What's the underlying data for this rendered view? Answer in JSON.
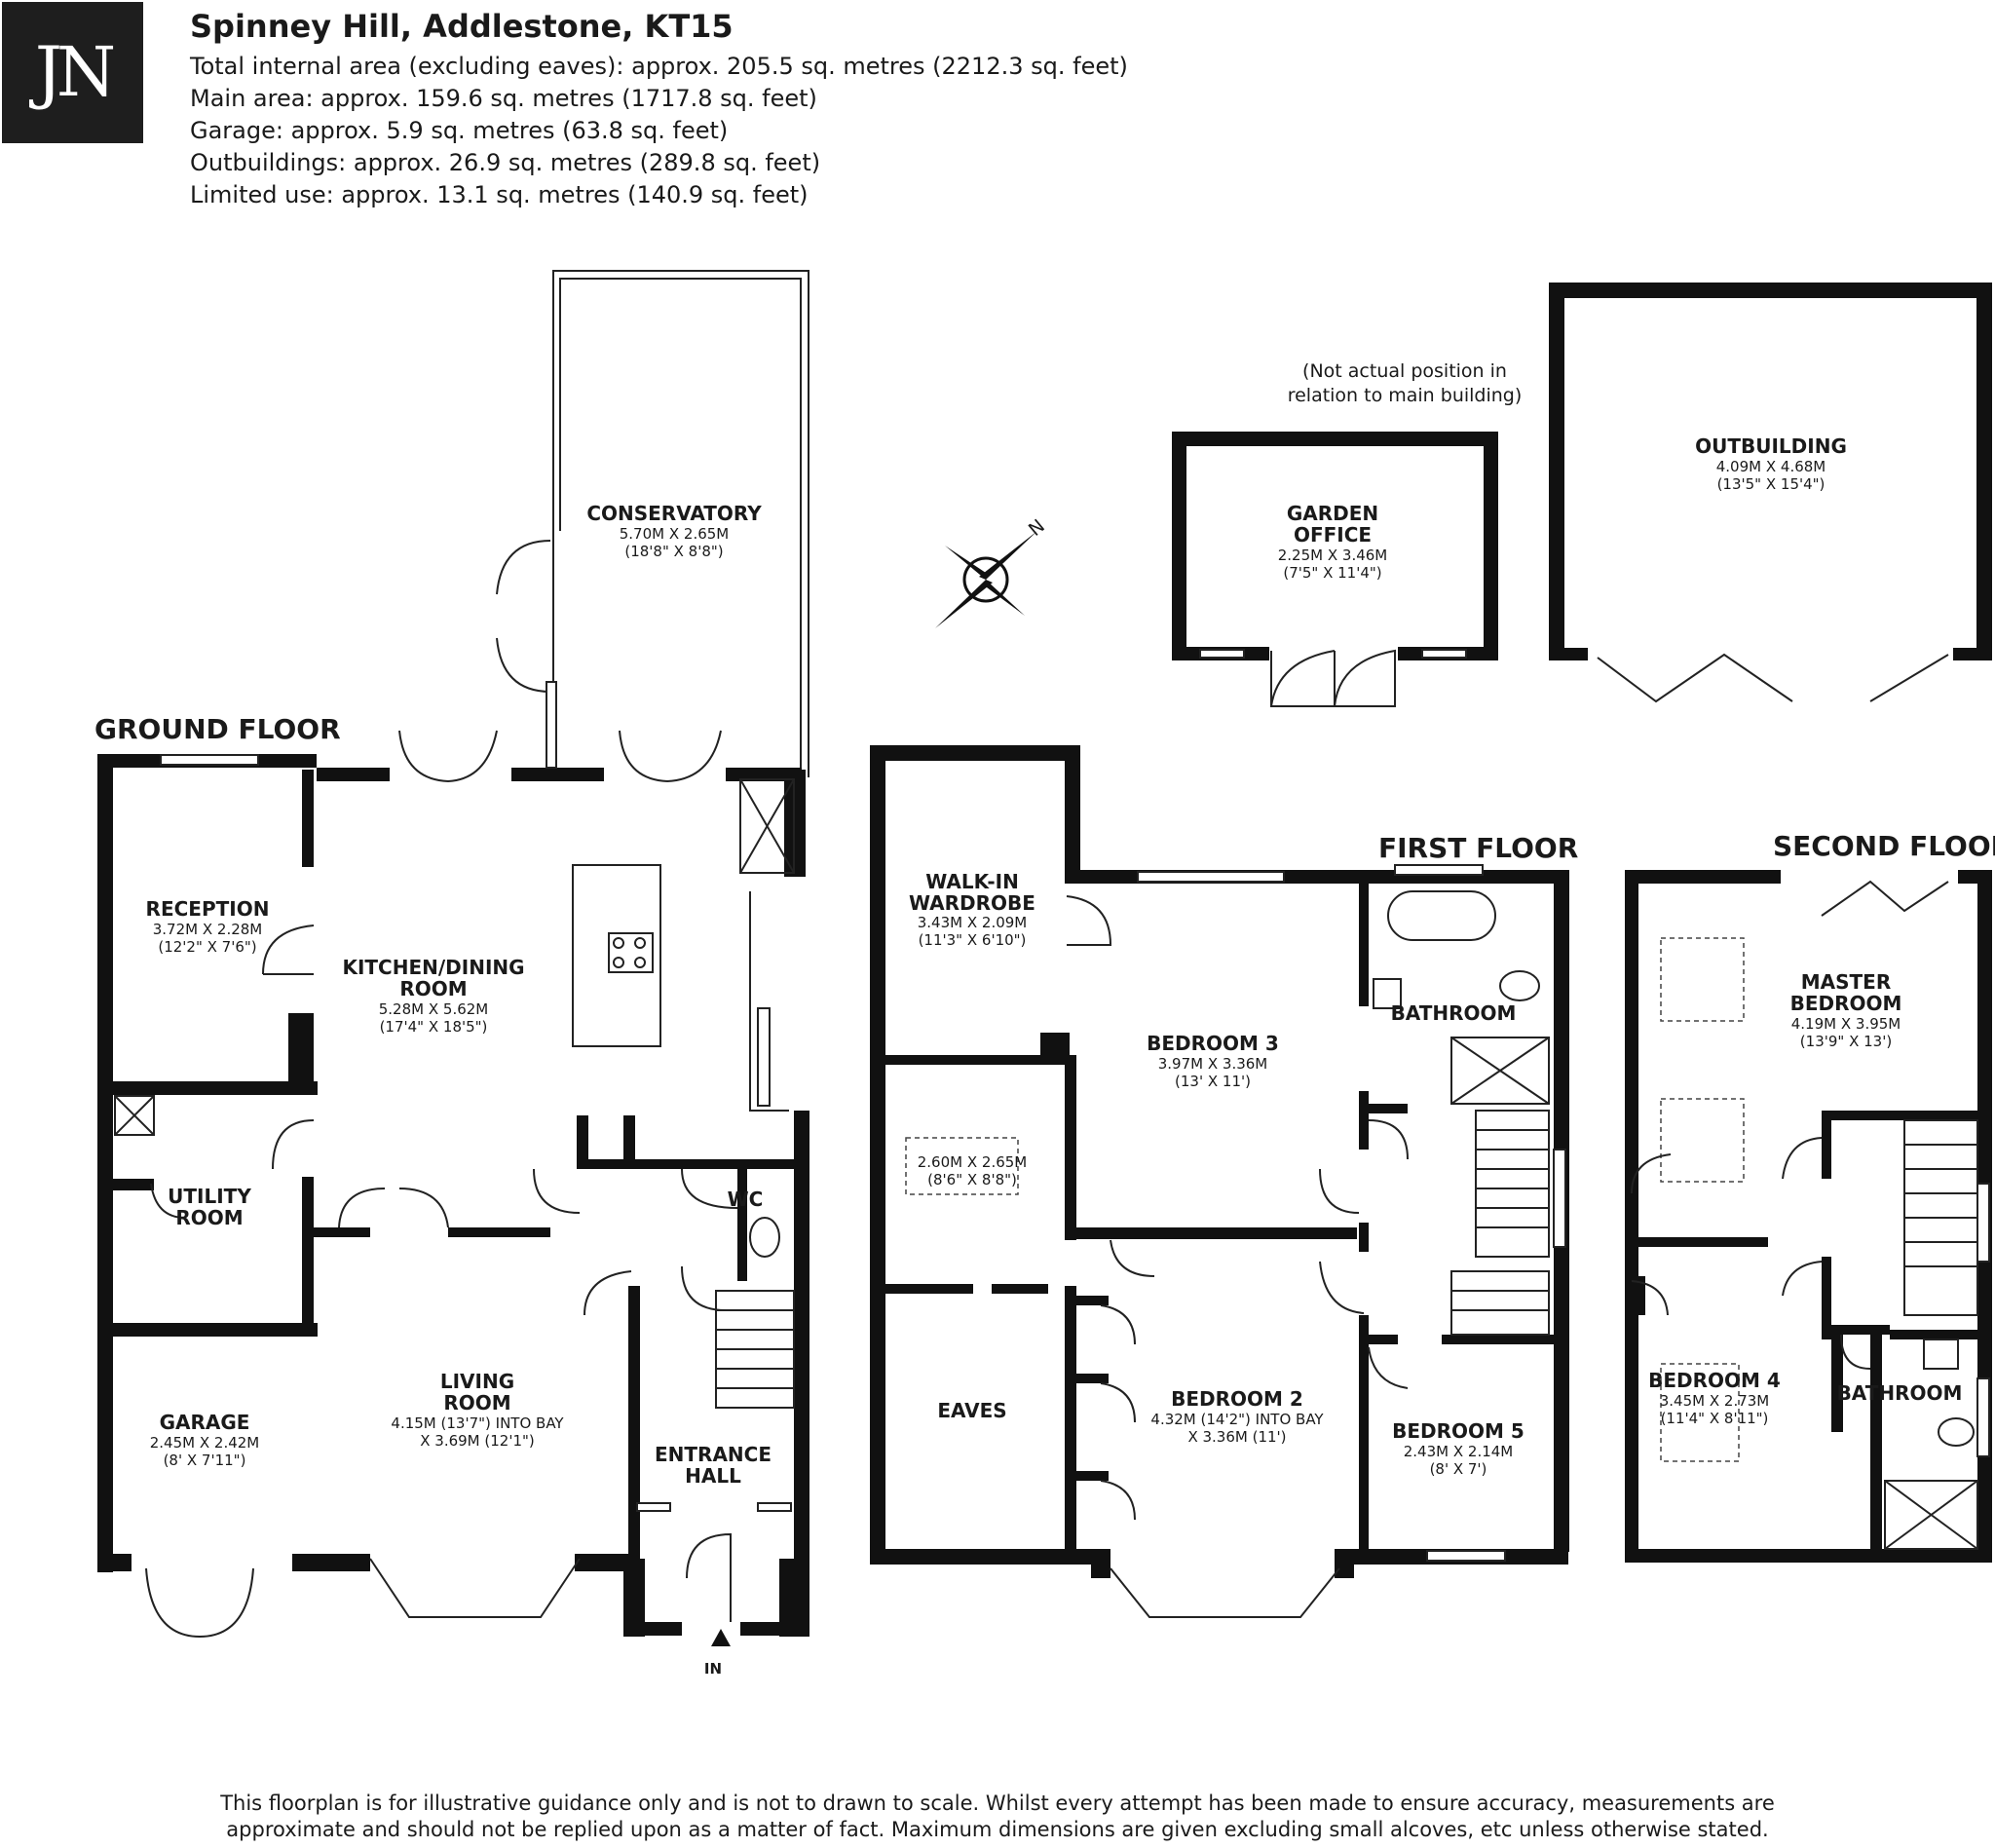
{
  "logo": {
    "text": "JN"
  },
  "header": {
    "title": "Spinney Hill, Addlestone, KT15",
    "area_lines": [
      "Total internal area (excluding eaves): approx. 205.5 sq. metres (2212.3 sq. feet)",
      "Main area: approx. 159.6 sq. metres (1717.8 sq. feet)",
      "Garage: approx. 5.9 sq. metres (63.8 sq. feet)",
      "Outbuildings: approx. 26.9 sq. metres (289.8 sq. feet)",
      "Limited use: approx. 13.1 sq. metres (140.9 sq. feet)"
    ]
  },
  "floors": {
    "ground": "GROUND FLOOR",
    "first": "FIRST FLOOR",
    "second": "SECOND FLOOR"
  },
  "notes": {
    "position_line1": "(Not actual position in",
    "position_line2": "relation to main building)",
    "entrance": "IN",
    "compass": "N"
  },
  "rooms": {
    "conservatory": {
      "name": "CONSERVATORY",
      "dim1": "5.70M X 2.65M",
      "dim2": "(18'8\" X 8'8\")"
    },
    "reception": {
      "name": "RECEPTION",
      "dim1": "3.72M X 2.28M",
      "dim2": "(12'2\" X 7'6\")"
    },
    "kitchen": {
      "name1": "KITCHEN/DINING",
      "name2": "ROOM",
      "dim1": "5.28M X 5.62M",
      "dim2": "(17'4\" X 18'5\")"
    },
    "utility": {
      "name1": "UTILITY",
      "name2": "ROOM"
    },
    "wc": {
      "name": "WC"
    },
    "garage": {
      "name": "GARAGE",
      "dim1": "2.45M X 2.42M",
      "dim2": "(8' X 7'11\")"
    },
    "living": {
      "name1": "LIVING",
      "name2": "ROOM",
      "dim1": "4.15M (13'7\") INTO BAY",
      "dim2": "X 3.69M (12'1\")"
    },
    "entrance": {
      "name1": "ENTRANCE",
      "name2": "HALL"
    },
    "garden_office": {
      "name1": "GARDEN",
      "name2": "OFFICE",
      "dim1": "2.25M X 3.46M",
      "dim2": "(7'5\" X 11'4\")"
    },
    "outbuilding": {
      "name": "OUTBUILDING",
      "dim1": "4.09M X 4.68M",
      "dim2": "(13'5\" X 15'4\")"
    },
    "walkin": {
      "name1": "WALK-IN",
      "name2": "WARDROBE",
      "dim1": "3.43M X 2.09M",
      "dim2": "(11'3\" X 6'10\")"
    },
    "eaves": {
      "name": "EAVES",
      "dim1": "2.60M X 2.65M",
      "dim2": "(8'6\" X 8'8\")"
    },
    "bedroom3": {
      "name": "BEDROOM 3",
      "dim1": "3.97M X 3.36M",
      "dim2": "(13' X 11')"
    },
    "bathroom1": {
      "name": "BATHROOM"
    },
    "bedroom2": {
      "name": "BEDROOM 2",
      "dim1": "4.32M (14'2\") INTO BAY",
      "dim2": "X 3.36M (11')"
    },
    "bedroom5": {
      "name": "BEDROOM 5",
      "dim1": "2.43M X 2.14M",
      "dim2": "(8' X 7')"
    },
    "master": {
      "name1": "MASTER",
      "name2": "BEDROOM",
      "dim1": "4.19M X 3.95M",
      "dim2": "(13'9\" X 13')"
    },
    "bedroom4": {
      "name": "BEDROOM 4",
      "dim1": "3.45M X 2.73M",
      "dim2": "(11'4\" X 8'11\")"
    },
    "bathroom2": {
      "name": "BATHROOM"
    }
  },
  "disclaimer": {
    "line1": "This floorplan is for illustrative guidance only and is not to drawn to scale. Whilst every attempt has been made to ensure accuracy, measurements are",
    "line2": "approximate and should not be replied upon as a matter of fact. Maximum dimensions are given excluding small alcoves, etc unless otherwise stated."
  }
}
